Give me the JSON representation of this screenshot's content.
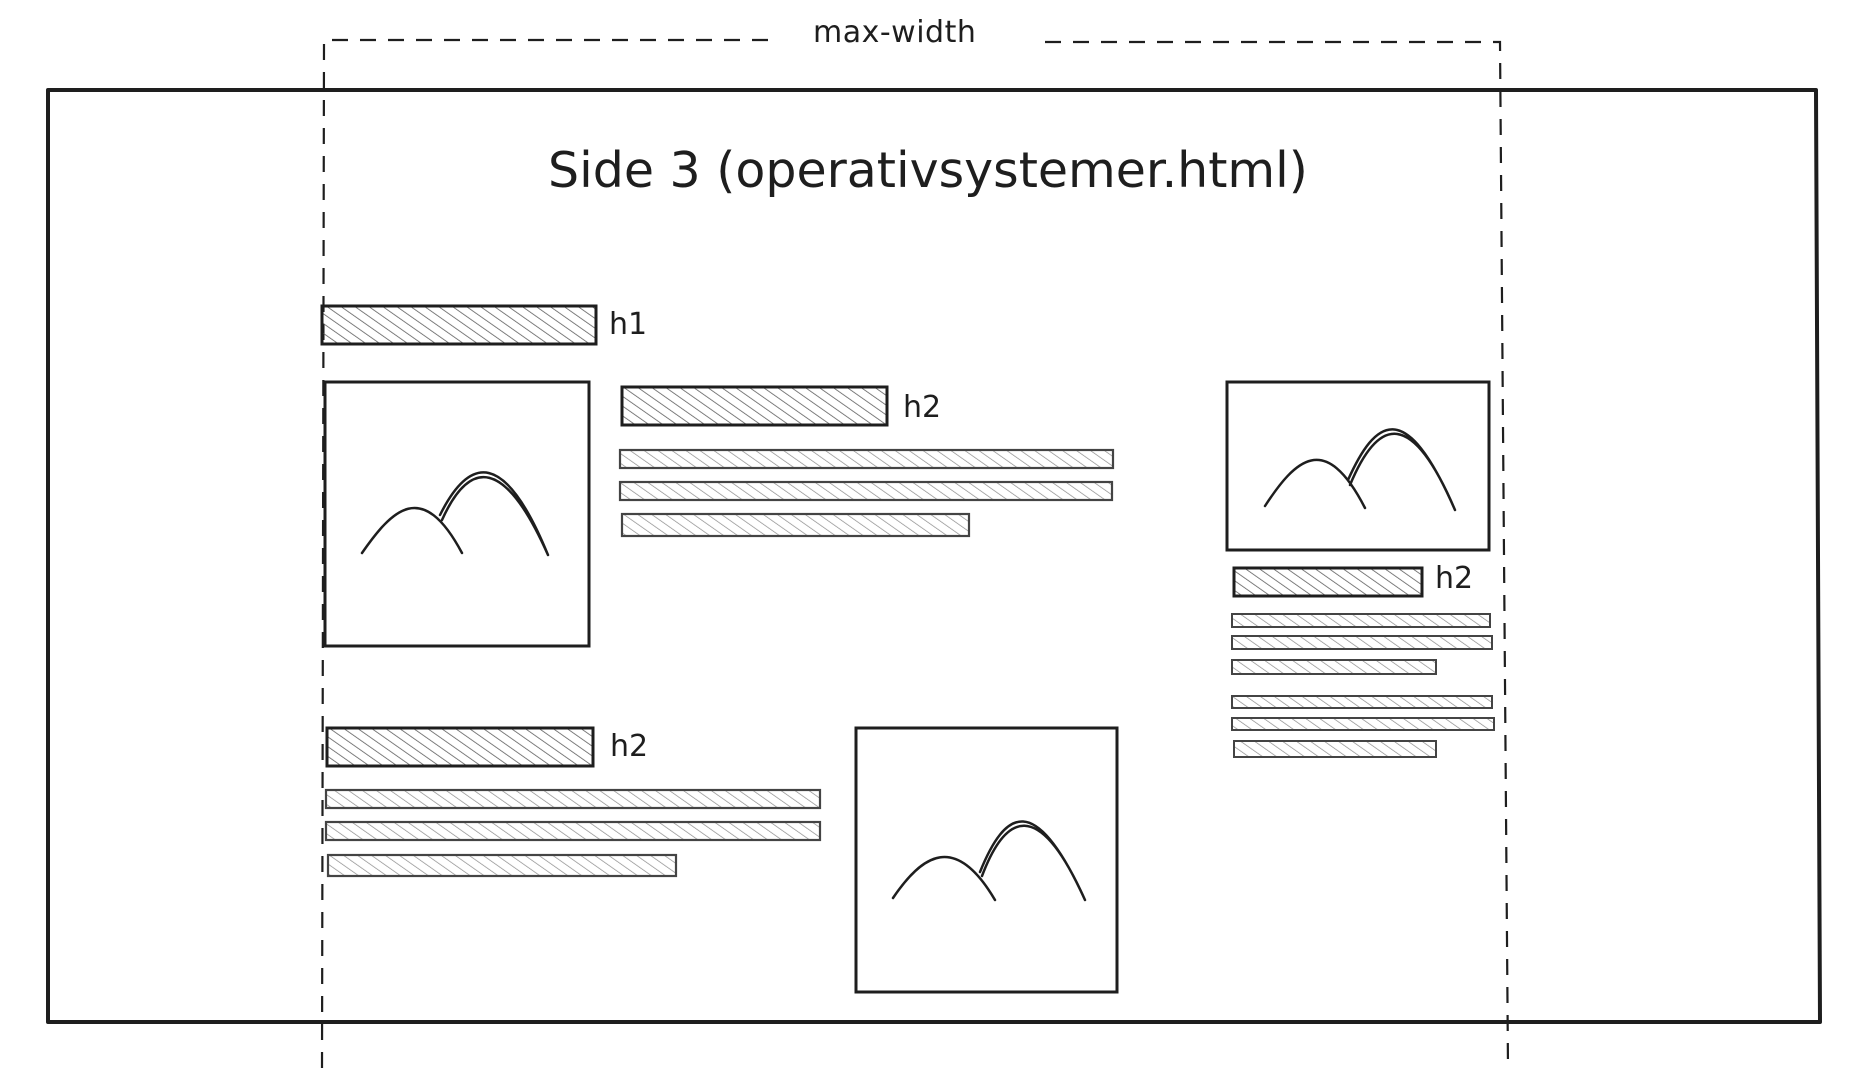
{
  "annotations": {
    "max_width_label": "max-width",
    "page_title": "Side 3 (operativsystemer.html)"
  },
  "element_tags": {
    "h1": "h1",
    "h2_top": "h2",
    "h2_right": "h2",
    "h2_bottom": "h2"
  },
  "colors": {
    "stroke": "#1e1e1e",
    "hatch": "#6b6b6b",
    "background": "#ffffff"
  }
}
